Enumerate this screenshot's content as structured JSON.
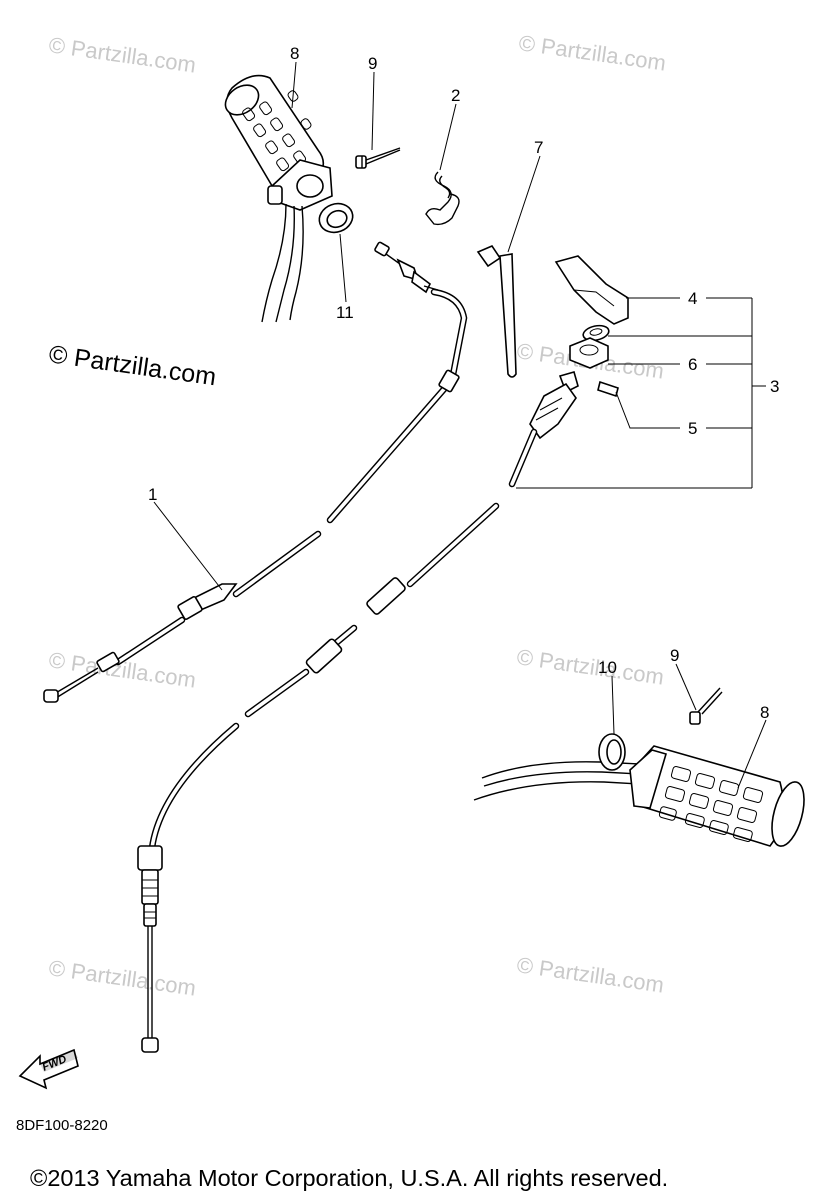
{
  "watermarks": [
    "© Partzilla.com",
    "© Partzilla.com",
    "© Partzilla.com",
    "© Partzilla.com",
    "© Partzilla.com",
    "© Partzilla.com",
    "© Partzilla.com",
    "© Partzilla.com"
  ],
  "callouts": {
    "c1": "1",
    "c2": "2",
    "c3": "3",
    "c4": "4",
    "c5": "5",
    "c6": "6",
    "c7": "7",
    "c8_top": "8",
    "c8_bottom": "8",
    "c9_top": "9",
    "c9_bottom": "9",
    "c10": "10",
    "c11": "11"
  },
  "fwd_label": "FWD",
  "diagram_code": "8DF100-8220",
  "copyright": "©2013  Yamaha Motor Corporation, U.S.A. All rights reserved."
}
